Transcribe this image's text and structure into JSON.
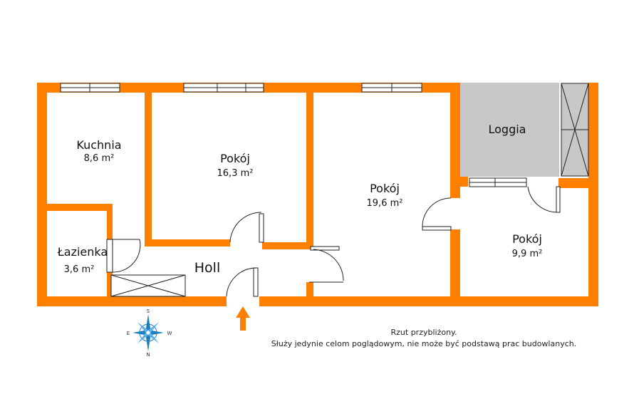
{
  "wall_color": "#FF7F00",
  "loggia_fill": "#C8C8C8",
  "rooms": {
    "kuchnia": {
      "name": "Kuchnia",
      "area": "8,6 m²"
    },
    "pokoj_1": {
      "name": "Pokój",
      "area": "16,3 m²"
    },
    "pokoj_2": {
      "name": "Pokój",
      "area": "19,6 m²"
    },
    "pokoj_3": {
      "name": "Pokój",
      "area": "9,9 m²"
    },
    "lazienka": {
      "name": "Łazienka",
      "area": "3,6 m²"
    },
    "holl": {
      "name": "Holl"
    },
    "loggia": {
      "name": "Loggia"
    }
  },
  "compass": {
    "n": "N",
    "s": "S",
    "e": "E",
    "w": "W"
  },
  "note": {
    "line1": "Rzut przybliżony.",
    "line2": "Służy jedynie celom poglądowym, nie może być podstawą prac budowlanych."
  }
}
